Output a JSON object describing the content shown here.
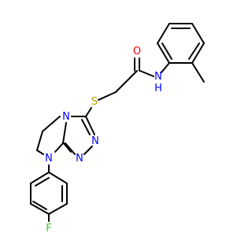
{
  "molecule": {
    "atom_labels": {
      "oxygen": "O",
      "amide_nitrogen": "N",
      "amide_hydrogen": "H",
      "sulfur": "S",
      "triazole_nitrogen_bridge": "N",
      "triazole_nitrogen_right": "N",
      "triazole_nitrogen_bottom": "N",
      "ring_nitrogen_aryl": "N",
      "fluorine": "F"
    },
    "colors": {
      "bond": "#000000",
      "oxygen": "#ff0000",
      "nitrogen": "#0000ff",
      "sulfur": "#b3a000",
      "fluorine": "#33cc33"
    }
  }
}
